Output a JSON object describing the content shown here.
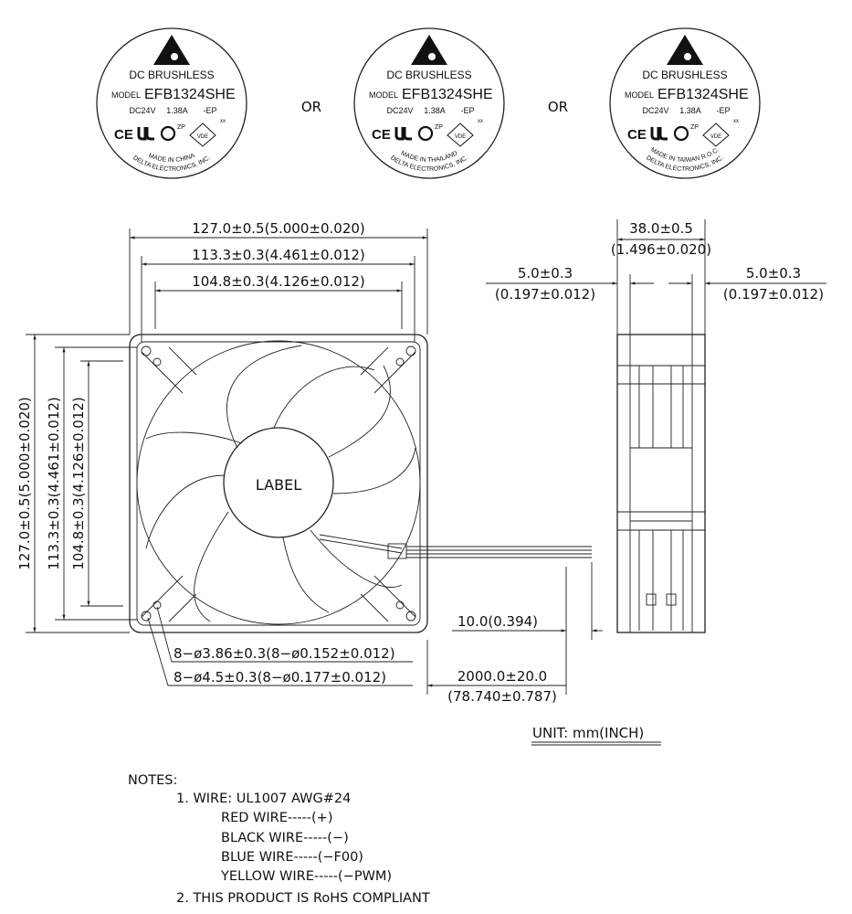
{
  "labels": [
    {
      "line1": "DC BRUSHLESS",
      "model_prefix": "MODEL",
      "model": "EFB1324SHE",
      "voltage": "DC24V",
      "current": "1.38A",
      "suffix": "-EP",
      "suffix_sub": "xx",
      "cert_ce": "CE",
      "cert_zp": "ZP",
      "cert_vde": "VDE",
      "maker": "DELTA ELECTRONICS, INC.",
      "origin": "MADE IN CHINA"
    },
    {
      "line1": "DC BRUSHLESS",
      "model_prefix": "MODEL",
      "model": "EFB1324SHE",
      "voltage": "DC24V",
      "current": "1.38A",
      "suffix": "-EP",
      "suffix_sub": "xx",
      "cert_ce": "CE",
      "cert_zp": "ZP",
      "cert_vde": "VDE",
      "maker": "DELTA ELECTRONICS, INC.",
      "origin": "MADE IN THAILAND"
    },
    {
      "line1": "DC BRUSHLESS",
      "model_prefix": "MODEL",
      "model": "EFB1324SHE",
      "voltage": "DC24V",
      "current": "1.38A",
      "suffix": "-EP",
      "suffix_sub": "xx",
      "cert_ce": "CE",
      "cert_zp": "ZP",
      "cert_vde": "VDE",
      "maker": "DELTA ELECTRONICS, INC.",
      "origin": "MADE IN TAIWAN R.O.C."
    }
  ],
  "or_label": "OR",
  "front": {
    "width_overall": "127.0±0.5(5.000±0.020)",
    "width_mid": "113.3±0.3(4.461±0.012)",
    "width_hole": "104.8±0.3(4.126±0.012)",
    "height_overall": "127.0±0.5(5.000±0.020)",
    "height_mid": "113.3±0.3(4.461±0.012)",
    "height_hole": "104.8±0.3(4.126±0.012)",
    "hub_label": "LABEL",
    "hole_small": "8−ø3.86±0.3(8−ø0.152±0.012)",
    "hole_large": "8−ø4.5±0.3(8−ø0.177±0.012)"
  },
  "side": {
    "depth_mm": "38.0±0.5",
    "depth_in": "(1.496±0.020)",
    "flange_left_mm": "5.0±0.3",
    "flange_left_in": "(0.197±0.012)",
    "flange_right_mm": "5.0±0.3",
    "flange_right_in": "(0.197±0.012)"
  },
  "wire": {
    "strip": "10.0(0.394)",
    "length_mm": "2000.0±20.0",
    "length_in": "(78.740±0.787)"
  },
  "unit": "UNIT:  mm(INCH)",
  "notes": {
    "title": "NOTES:",
    "n1": "1. WIRE: UL1007 AWG#24",
    "red": "RED WIRE-----(+)",
    "black": "BLACK WIRE-----(−)",
    "blue": "BLUE WIRE-----(−F00)",
    "yellow": "YELLOW WIRE-----(−PWM)",
    "n2": "2. THIS PRODUCT IS RoHS COMPLIANT"
  }
}
